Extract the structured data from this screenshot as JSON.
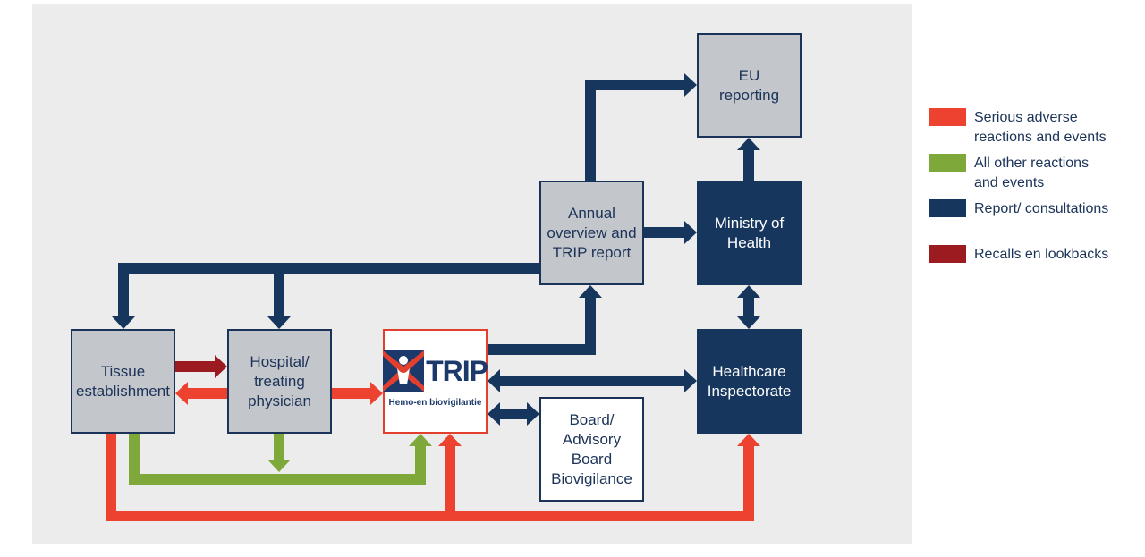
{
  "colors": {
    "serious": "#ee4230",
    "other": "#7fa83a",
    "report": "#16365e",
    "recalls": "#9b1b20",
    "panel": "#ececed",
    "box_grey": "#c3c6cb"
  },
  "nodes": {
    "eu_reporting": "EU\nreporting",
    "annual_overview": "Annual\noverview and\nTRIP report",
    "ministry": "Ministry of\nHealth",
    "healthcare": "Healthcare\nInspectorate",
    "tissue": "Tissue\nestablishment",
    "hospital": "Hospital/\ntreating\nphysician",
    "board": "Board/\nAdvisory\nBoard\nBiovigilance",
    "trip_logo_text": "TRIP",
    "trip_tagline": "Hemo-en biovigilantie"
  },
  "legend": {
    "items": [
      {
        "key": "serious",
        "label": "Serious adverse\nreactions and events",
        "color": "#ee4230"
      },
      {
        "key": "other",
        "label": "All other reactions\nand events",
        "color": "#7fa83a"
      },
      {
        "key": "report",
        "label": "Report/ consultations",
        "color": "#16365e"
      },
      {
        "key": "recalls",
        "label": "Recalls en lookbacks",
        "color": "#9b1b20"
      }
    ]
  }
}
